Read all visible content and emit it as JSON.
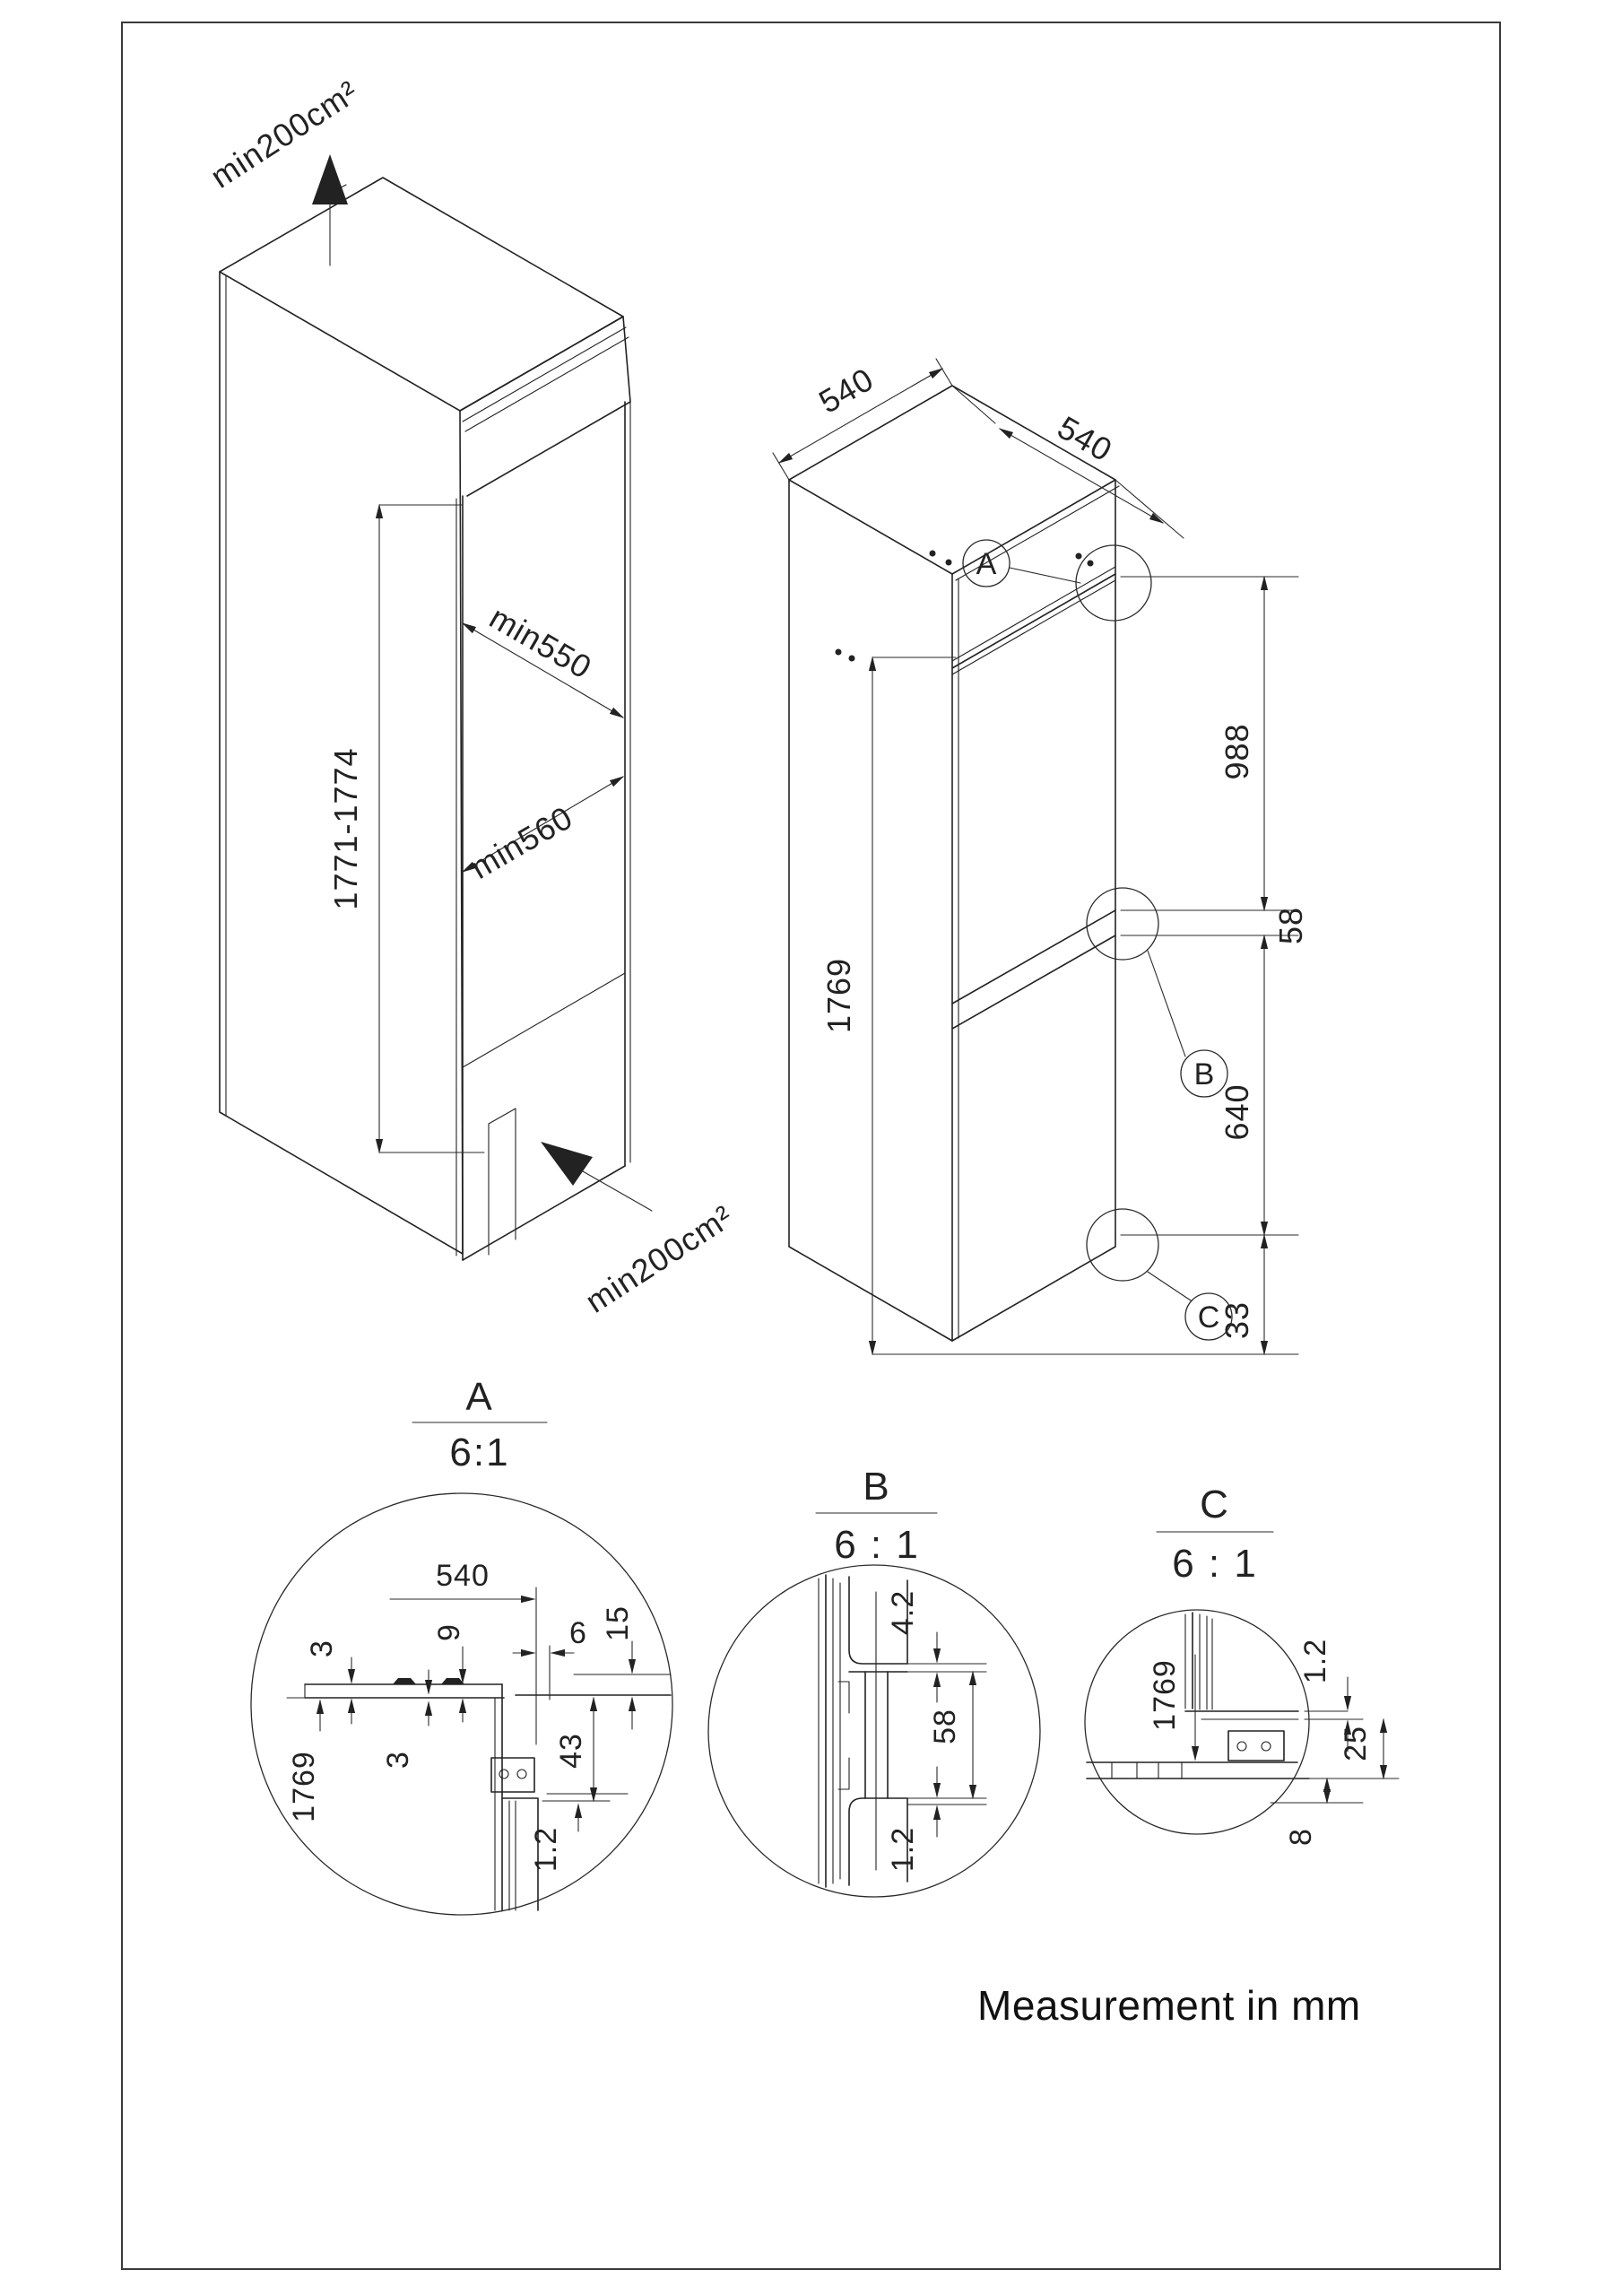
{
  "cabinet_view": {
    "vent_top_label": "min200cm²",
    "vent_bottom_label": "min200cm²",
    "niche_height_label": "1771-1774",
    "niche_depth_label": "min550",
    "niche_width_label": "min560"
  },
  "appliance_view": {
    "top_depth_label": "540",
    "top_width_label": "540",
    "height_label": "1769",
    "upper_door_label": "988",
    "hinge_gap_label": "58",
    "lower_door_label": "640",
    "plinth_label": "33",
    "callout_a": "A",
    "callout_b": "B",
    "callout_c": "C"
  },
  "detail_a": {
    "title": "A",
    "scale": "6:1",
    "d540": "540",
    "d3_top": "3",
    "d9": "9",
    "d6": "6",
    "d15": "15",
    "d1769": "1769",
    "d3_mid": "3",
    "d43": "43",
    "d1_2": "1.2"
  },
  "detail_b": {
    "title": "B",
    "scale": "6 : 1",
    "d4_2": "4.2",
    "d58": "58",
    "d1_2": "1.2"
  },
  "detail_c": {
    "title": "C",
    "scale": "6 : 1",
    "d1769": "1769",
    "d1_2": "1.2",
    "d25": "25",
    "d8": "8"
  },
  "footer": {
    "note": "Measurement in mm"
  },
  "colors": {
    "line": "#222222",
    "background": "#ffffff"
  }
}
